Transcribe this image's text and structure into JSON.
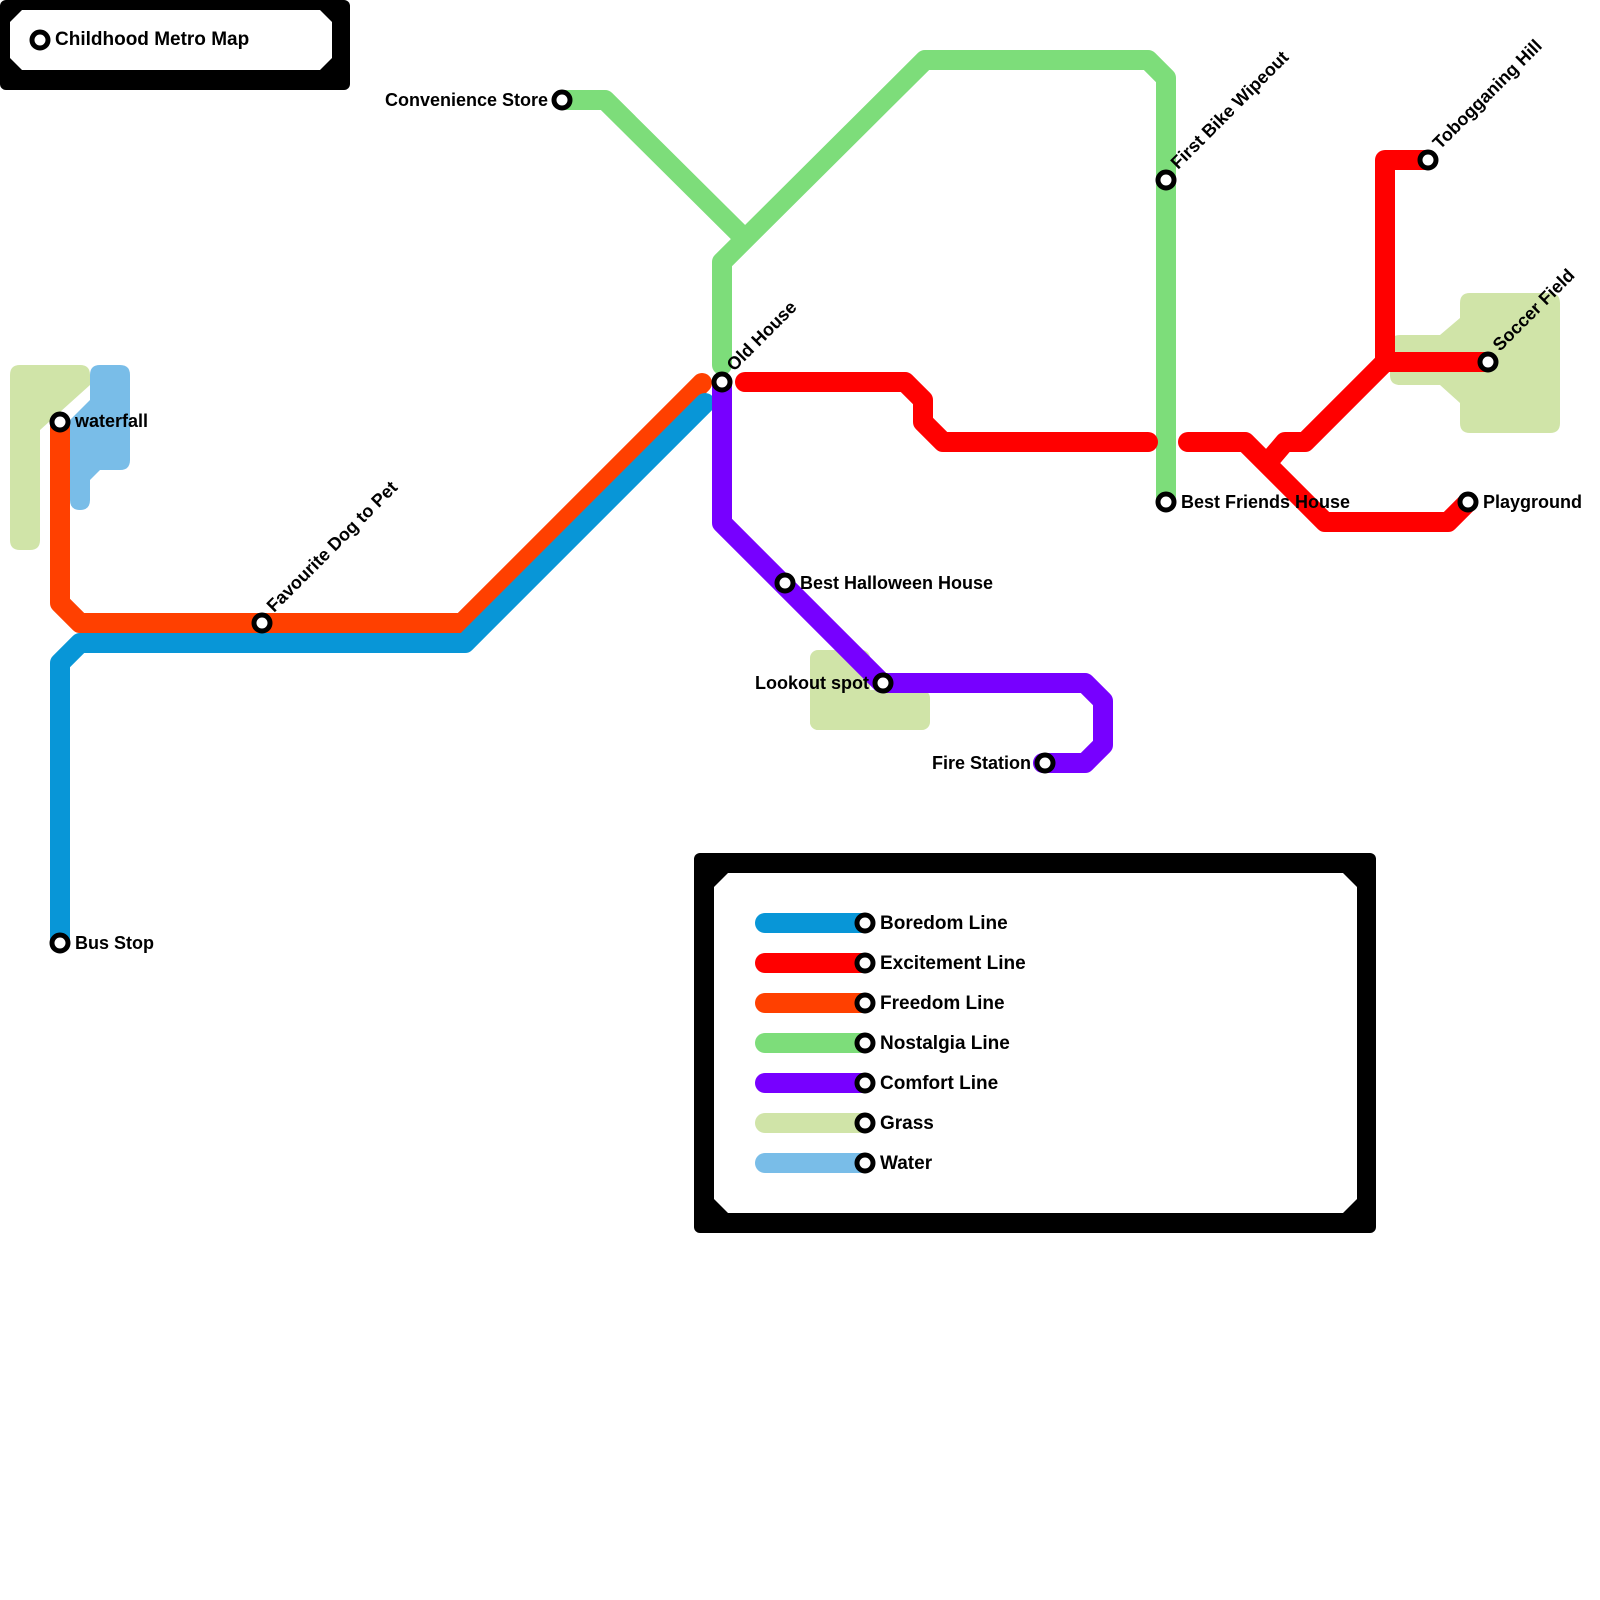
{
  "title": "Childhood Metro Map",
  "colors": {
    "boredom": "#0896d7",
    "excitement": "#ff0000",
    "freedom": "#ff4000",
    "nostalgia": "#7ddd7a",
    "comfort": "#7700ff",
    "grass": "#d0e4a8",
    "water": "#79bde8",
    "frame": "#000000"
  },
  "lines": [
    {
      "id": "boredom",
      "name": "Boredom Line",
      "stations": [
        "Bus Stop",
        "Old House"
      ]
    },
    {
      "id": "excitement",
      "name": "Excitement Line",
      "stations": [
        "Old House",
        "Best Friends House",
        "Tobogganing Hill",
        "Soccer Field",
        "Playground"
      ]
    },
    {
      "id": "freedom",
      "name": "Freedom Line",
      "stations": [
        "waterfall",
        "Favourite Dog to Pet",
        "Old House"
      ]
    },
    {
      "id": "nostalgia",
      "name": "Nostalgia Line",
      "stations": [
        "Convenience Store",
        "Old House",
        "First Bike Wipeout",
        "Best Friends House"
      ]
    },
    {
      "id": "comfort",
      "name": "Comfort Line",
      "stations": [
        "Old House",
        "Best Halloween House",
        "Lookout spot",
        "Fire Station"
      ]
    }
  ],
  "stations": {
    "convenience_store": "Convenience Store",
    "old_house": "Old House",
    "first_bike_wipeout": "First Bike Wipeout",
    "tobogganing_hill": "Tobogganing Hill",
    "soccer_field": "Soccer Field",
    "waterfall": "waterfall",
    "favourite_dog": "Favourite Dog to Pet",
    "best_friends_house": "Best Friends House",
    "playground": "Playground",
    "best_halloween_house": "Best Halloween House",
    "lookout_spot": "Lookout spot",
    "fire_station": "Fire Station",
    "bus_stop": "Bus Stop"
  },
  "legend": [
    {
      "label": "Boredom Line",
      "color": "#0896d7"
    },
    {
      "label": "Excitement Line",
      "color": "#ff0000"
    },
    {
      "label": "Freedom Line",
      "color": "#ff4000"
    },
    {
      "label": "Nostalgia Line",
      "color": "#7ddd7a"
    },
    {
      "label": "Comfort Line",
      "color": "#7700ff"
    },
    {
      "label": "Grass",
      "color": "#d0e4a8"
    },
    {
      "label": "Water",
      "color": "#79bde8"
    }
  ]
}
